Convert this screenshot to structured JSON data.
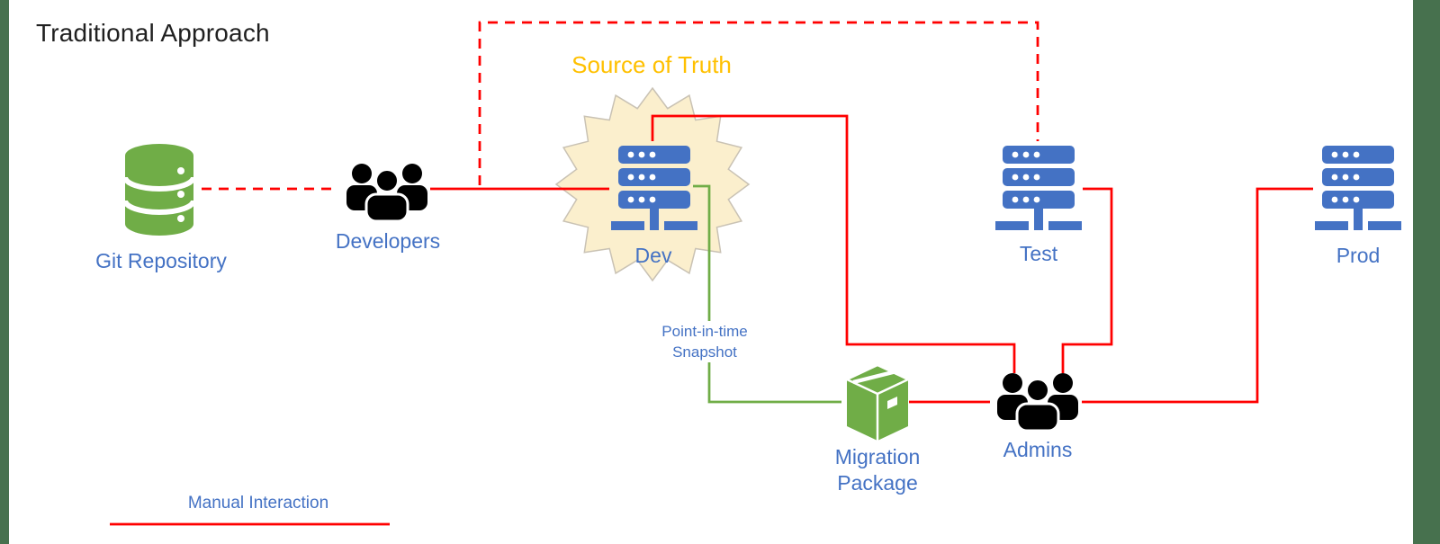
{
  "slide": {
    "title": "Traditional Approach"
  },
  "colors": {
    "red": "#ff0000",
    "blue": "#4472c4",
    "green": "#70ad47",
    "gold": "#ffc000",
    "starburst_fill": "#fbefcd",
    "slide_border": "#47714e"
  },
  "nodes": {
    "git_repository": {
      "label": "Git Repository",
      "icon": "database-icon"
    },
    "developers": {
      "label": "Developers",
      "icon": "people-icon"
    },
    "dev": {
      "label": "Dev",
      "icon": "server-icon",
      "highlight": "Source of Truth"
    },
    "test": {
      "label": "Test",
      "icon": "server-icon"
    },
    "prod": {
      "label": "Prod",
      "icon": "server-icon"
    },
    "migration_package": {
      "label": "Migration Package",
      "label_line1": "Migration",
      "label_line2": "Package",
      "icon": "package-icon"
    },
    "admins": {
      "label": "Admins",
      "icon": "people-icon"
    }
  },
  "annotations": {
    "source_of_truth": "Source of Truth",
    "snapshot_line1": "Point-in-time",
    "snapshot_line2": "Snapshot"
  },
  "legend": {
    "label": "Manual Interaction"
  },
  "edges": [
    {
      "from": "git_repository",
      "to": "developers",
      "style": "dashed",
      "color": "red",
      "bidirectional": true
    },
    {
      "from": "developers",
      "to": "dev",
      "style": "solid",
      "color": "red"
    },
    {
      "from": "developers",
      "to": "test",
      "style": "dashed",
      "color": "red"
    },
    {
      "from": "admins",
      "to": "dev",
      "style": "solid",
      "color": "red"
    },
    {
      "from": "admins",
      "to": "test",
      "style": "solid",
      "color": "red"
    },
    {
      "from": "admins",
      "to": "prod",
      "style": "solid",
      "color": "red"
    },
    {
      "from": "dev",
      "to": "migration_package",
      "style": "solid",
      "color": "green",
      "label": "Point-in-time Snapshot"
    },
    {
      "from": "migration_package",
      "to": "admins",
      "style": "solid",
      "color": "red"
    }
  ]
}
